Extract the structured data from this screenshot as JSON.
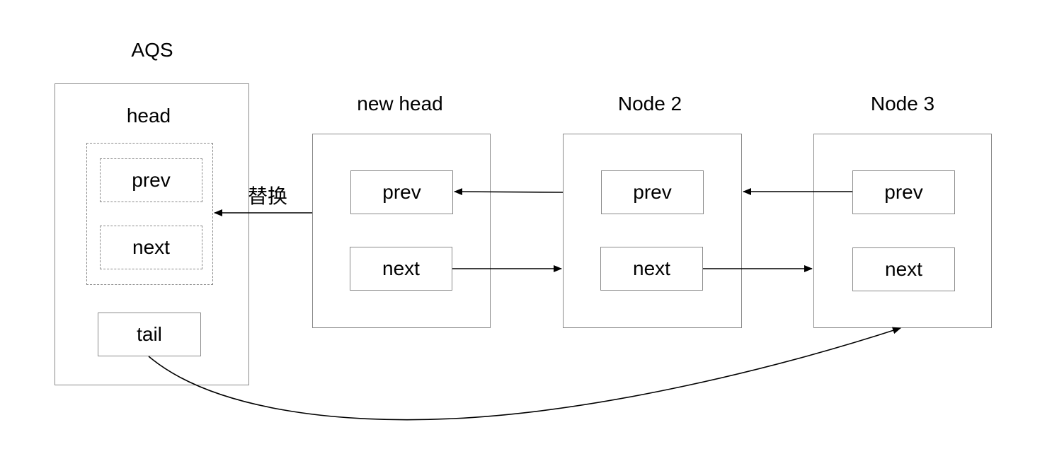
{
  "aqs": {
    "title": "AQS",
    "head_label": "head",
    "head_prev": "prev",
    "head_next": "next",
    "tail": "tail"
  },
  "nodes": [
    {
      "title": "new head",
      "prev": "prev",
      "next": "next"
    },
    {
      "title": "Node 2",
      "prev": "prev",
      "next": "next"
    },
    {
      "title": "Node 3",
      "prev": "prev",
      "next": "next"
    }
  ],
  "replace_label": "替换",
  "colors": {
    "border": "#8a8a8a",
    "arrow": "#000000"
  }
}
